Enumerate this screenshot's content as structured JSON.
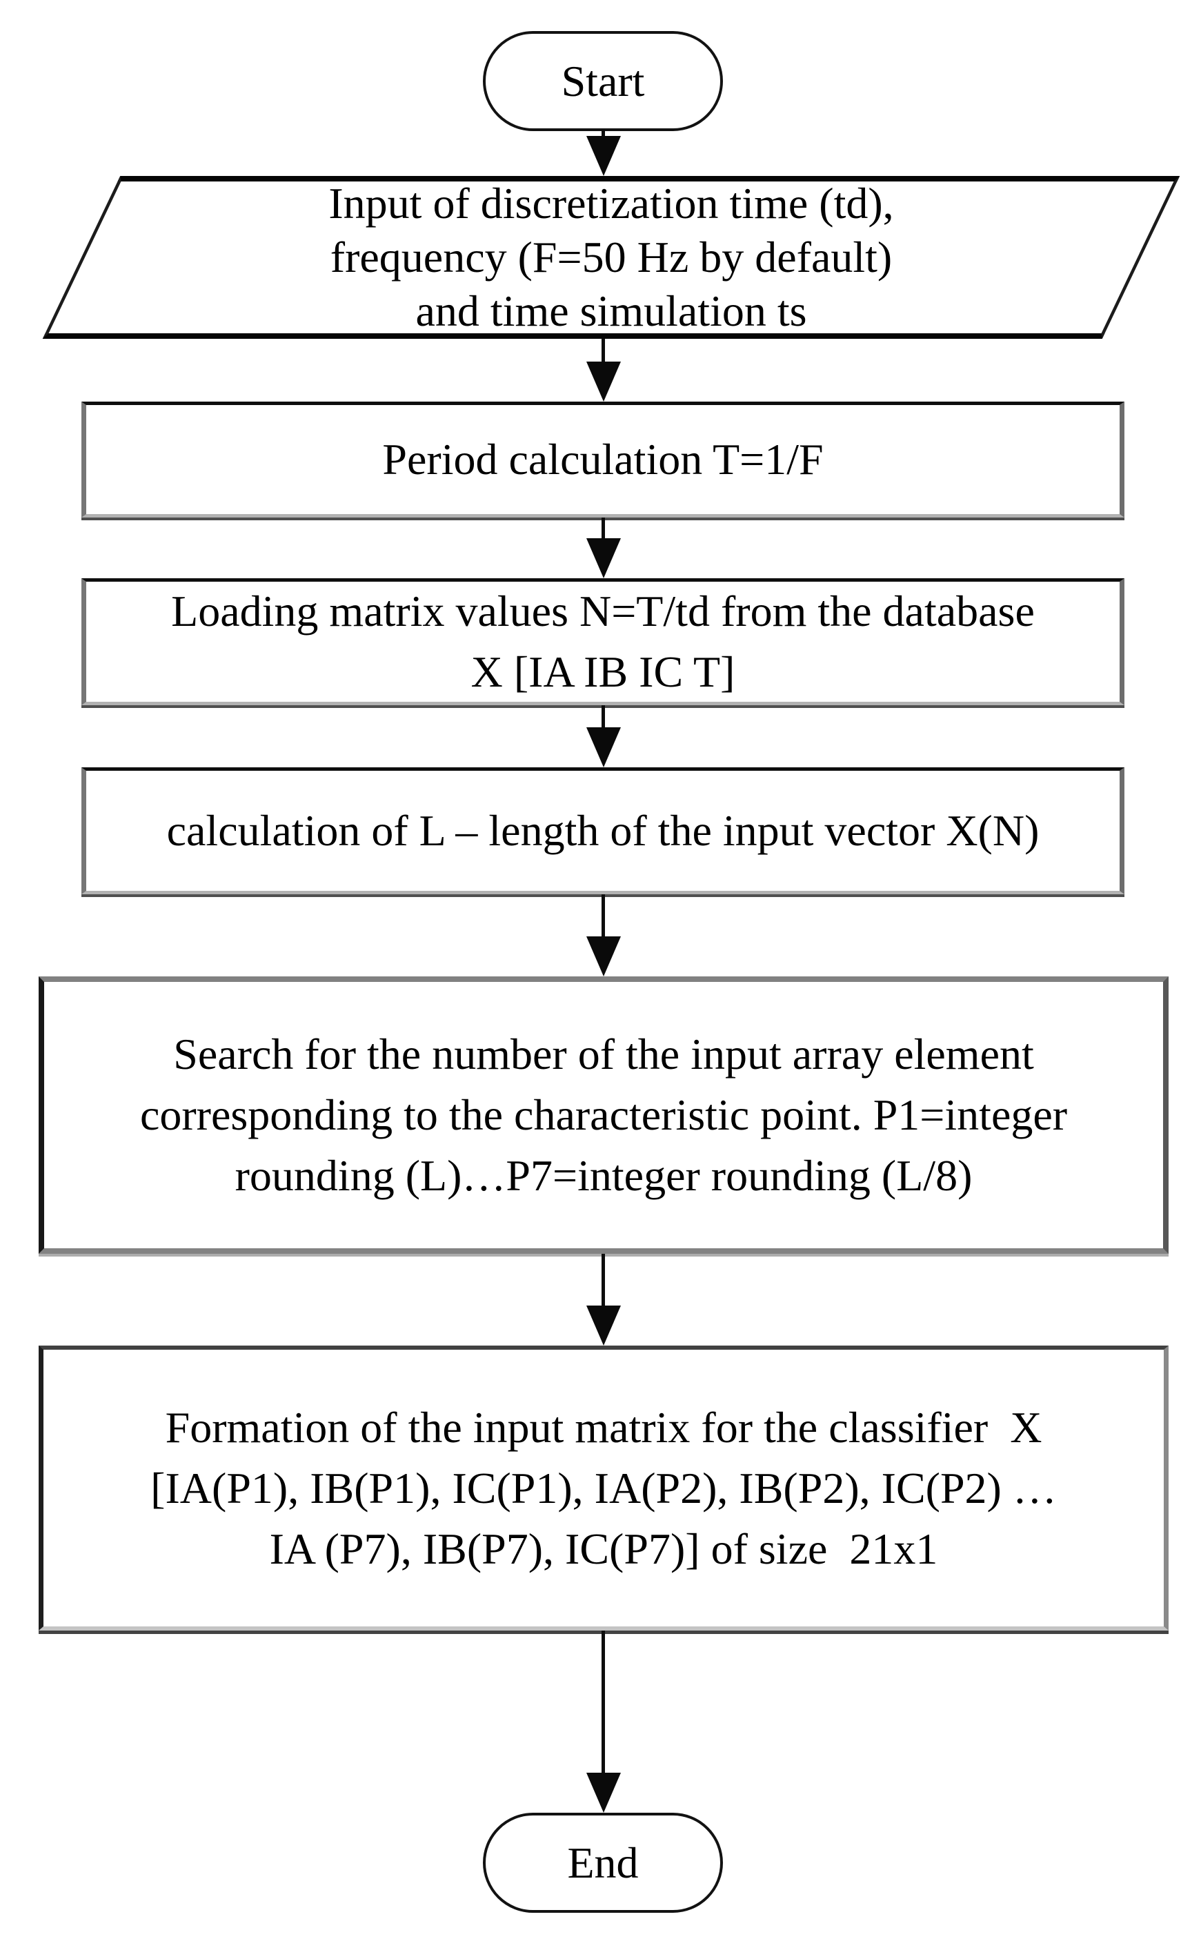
{
  "diagram": {
    "type": "flowchart",
    "background_color": "#ffffff",
    "stroke_color": "#000000",
    "text_color": "#000000",
    "nodes": [
      {
        "id": "start",
        "shape": "terminator",
        "label": "Start"
      },
      {
        "id": "input",
        "shape": "parallelogram-io",
        "lines": [
          "Input of discretization time (td),",
          "frequency (F=50 Hz by default)",
          "and time simulation ts"
        ]
      },
      {
        "id": "period",
        "shape": "process",
        "lines": [
          "Period calculation T=1/F"
        ]
      },
      {
        "id": "loading",
        "shape": "process",
        "lines": [
          "Loading matrix values N=T/td from the database",
          "X [IA IB IC T]"
        ]
      },
      {
        "id": "length",
        "shape": "process",
        "lines": [
          "calculation of L – length of the input vector X(N)"
        ]
      },
      {
        "id": "search",
        "shape": "process",
        "lines": [
          "Search for the number of the input array element",
          "corresponding to the characteristic point. P1=integer",
          "rounding (L)…P7=integer rounding (L/8)"
        ]
      },
      {
        "id": "formation",
        "shape": "process",
        "lines": [
          "Formation of the input matrix for the classifier  X",
          "[IA(P1), IB(P1), IC(P1), IA(P2), IB(P2), IC(P2) …",
          "IA (P7), IB(P7), IC(P7)] of size  21x1"
        ]
      },
      {
        "id": "end",
        "shape": "terminator",
        "label": "End"
      }
    ],
    "edges": [
      {
        "from": "start",
        "to": "input"
      },
      {
        "from": "input",
        "to": "period"
      },
      {
        "from": "period",
        "to": "loading"
      },
      {
        "from": "loading",
        "to": "length"
      },
      {
        "from": "length",
        "to": "search"
      },
      {
        "from": "search",
        "to": "formation"
      },
      {
        "from": "formation",
        "to": "end"
      }
    ]
  }
}
